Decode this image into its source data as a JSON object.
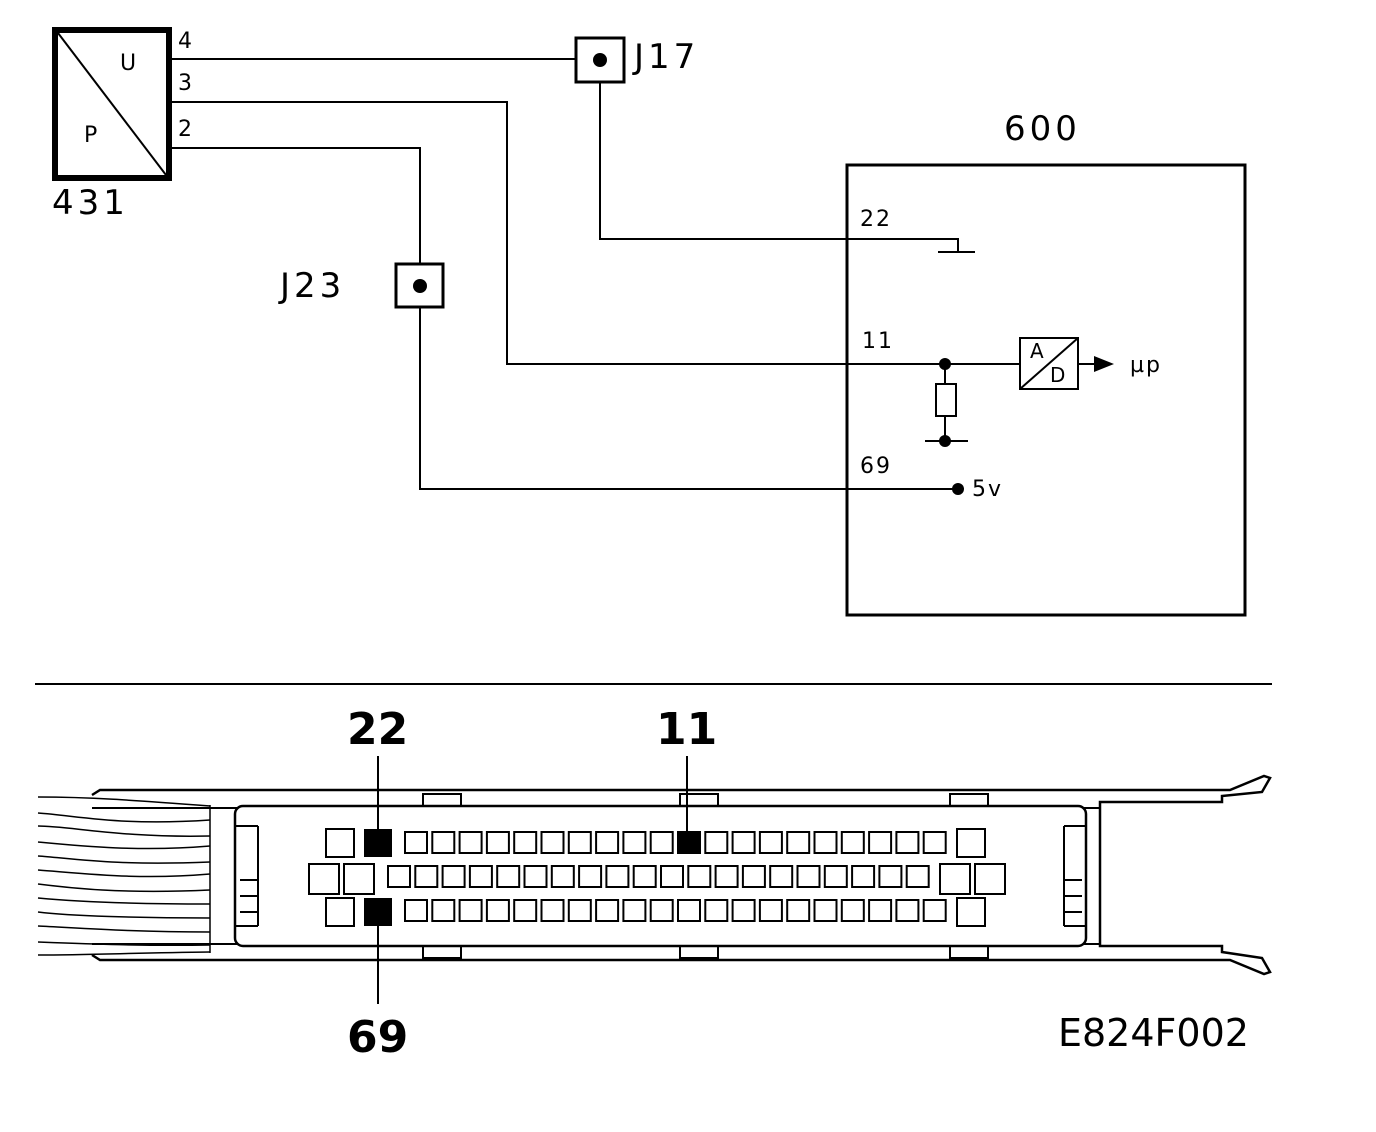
{
  "sensor": {
    "ref": "431",
    "label_u": "U",
    "label_p": "P",
    "pins": [
      "4",
      "3",
      "2"
    ]
  },
  "junctions": {
    "j17": "J17",
    "j23": "J23"
  },
  "ecu": {
    "ref": "600",
    "pin_22": "22",
    "pin_11": "11",
    "pin_69": "69",
    "adc_a": "A",
    "adc_d": "D",
    "output": "µp",
    "supply": "5v"
  },
  "connector": {
    "pin_22": "22",
    "pin_11": "11",
    "pin_69": "69"
  },
  "figure_code": "E824F002"
}
